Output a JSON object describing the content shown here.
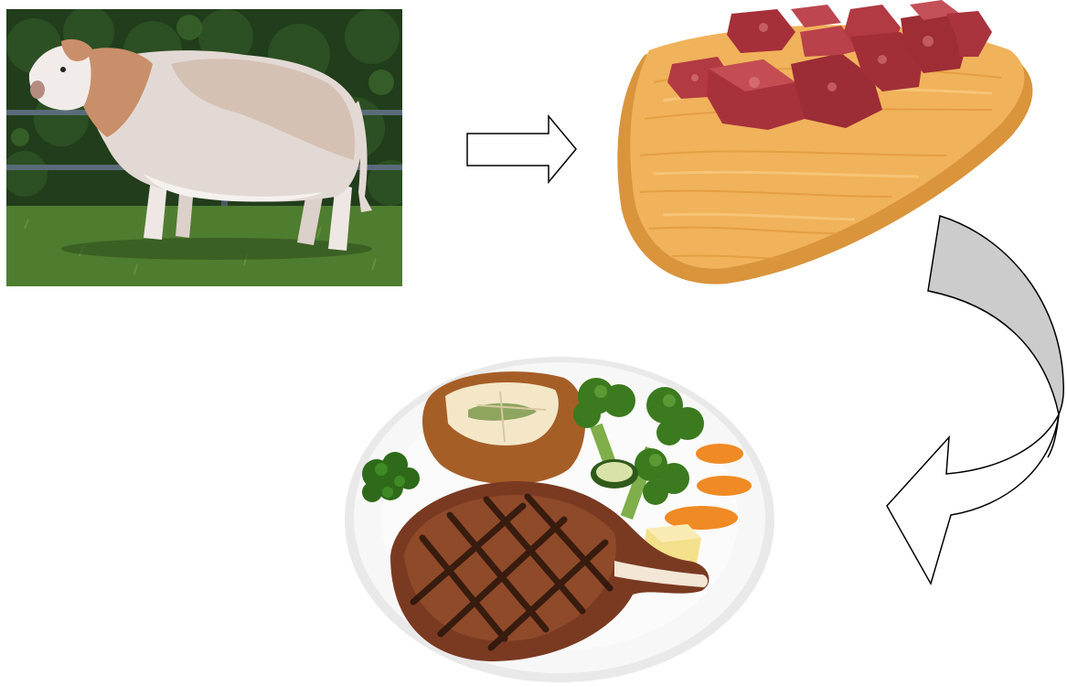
{
  "diagram": {
    "stages": [
      {
        "id": "bull",
        "icon": "bull-photo"
      },
      {
        "id": "raw-beef",
        "icon": "raw-beef-cubes-photo"
      },
      {
        "id": "cooked-steak",
        "icon": "steak-dinner-plate-photo"
      }
    ],
    "arrows": [
      {
        "from": "bull",
        "to": "raw-beef",
        "icon": "right-arrow-icon",
        "fill": "#ffffff"
      },
      {
        "from": "raw-beef",
        "to": "cooked-steak",
        "icon": "curved-arrow-icon",
        "fill": "#ffffff",
        "shade": "#cccccc"
      }
    ]
  },
  "colors": {
    "grass": "#4f7d2f",
    "hedge": "#1f3a18",
    "bull_coat": "#c9a38f",
    "board": "#e3a24a",
    "raw_meat": "#a8323b",
    "plate": "#f4f4f4",
    "steak": "#7a3a22",
    "broccoli": "#3b7a1e",
    "carrot": "#f08a24",
    "outline": "#000000"
  }
}
